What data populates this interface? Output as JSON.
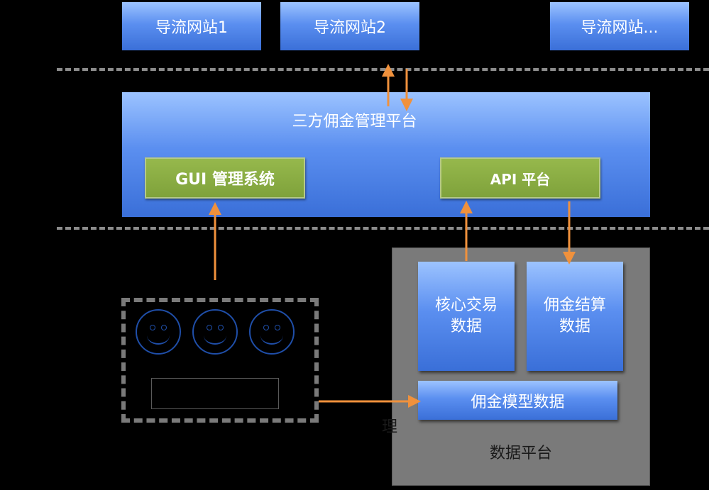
{
  "sites": {
    "site1": "导流网站1",
    "site2": "导流网站2",
    "site3": "导流网站..."
  },
  "platform": {
    "title": "三方佣金管理平台",
    "gui": "GUI  管理系统",
    "api": "API 平台"
  },
  "data_platform": {
    "label": "数据平台",
    "core_line1": "核心交易",
    "core_line2": "数据",
    "commission_line1": "佣金结算",
    "commission_line2": "数据",
    "model": "佣金模型数据"
  },
  "stray_text": "理",
  "colors": {
    "background": "#000000",
    "box_blue": "#5b8ff0",
    "box_green": "#7fa23b",
    "arrow": "#f0913c",
    "dash": "#8c8c8c",
    "data_platform_gray": "#7a7a7a"
  }
}
